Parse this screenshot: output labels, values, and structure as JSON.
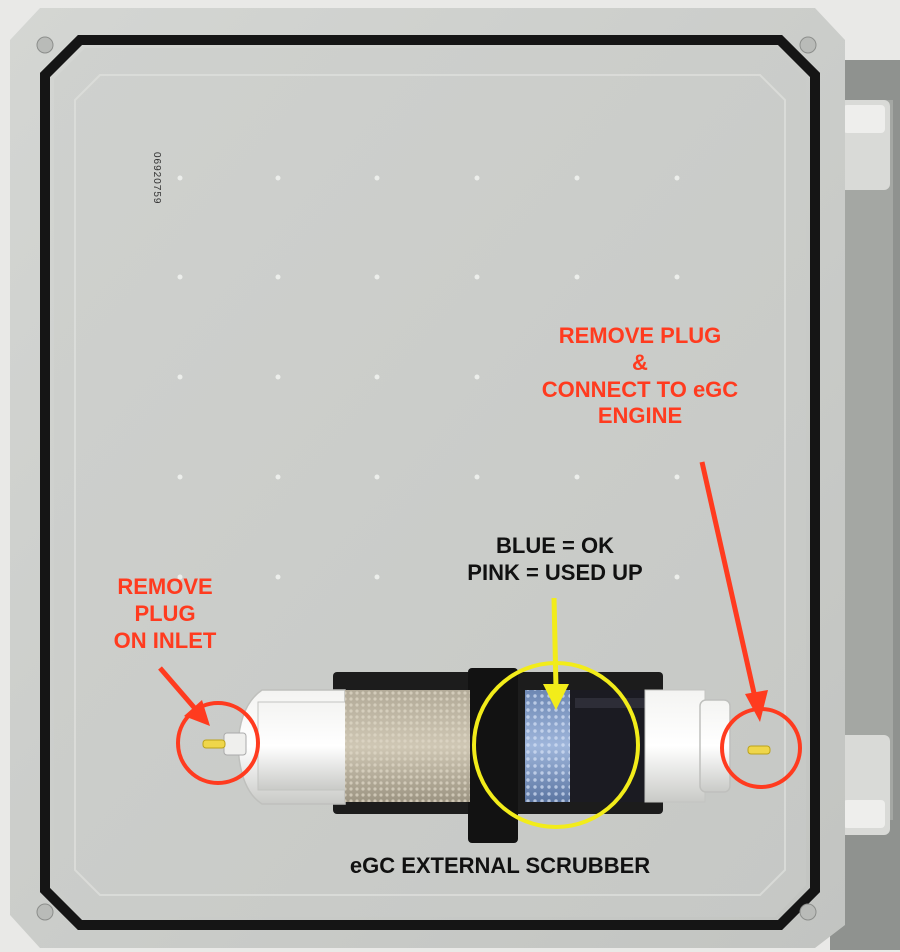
{
  "serial_number": "06920759",
  "annotations": {
    "right_plug": [
      "REMOVE PLUG",
      "&",
      "CONNECT TO eGC",
      "ENGINE"
    ],
    "left_plug": [
      "REMOVE",
      "PLUG",
      "ON INLET"
    ],
    "status": [
      "BLUE = OK",
      "PINK = USED UP"
    ],
    "caption": "eGC EXTERNAL SCRUBBER"
  },
  "colors": {
    "annotation_red": "#ff3b1f",
    "highlight_yellow": "#f2ec1a",
    "enclosure_grey": "#c9cbc8",
    "gasket_black": "#151515"
  }
}
